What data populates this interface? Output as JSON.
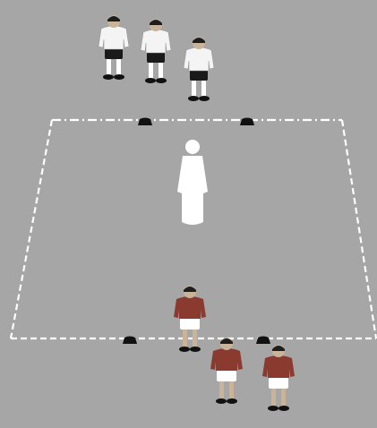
{
  "colors": {
    "pitch": "#a6a6a6",
    "boundary_line": "#ffffff",
    "white_kit_shirt": "#f4f4f4",
    "white_kit_shorts": "#1a1a1a",
    "red_kit_shirt": "#8a3a2e",
    "red_kit_shorts": "#ffffff",
    "skin": "#c9b49a",
    "hair": "#1e1e1e",
    "mannequin": "#ffffff",
    "cone": "#111111"
  },
  "icons": {
    "mannequin": "mannequin-icon",
    "cone": "cone-marker-icon",
    "player": "player-figure-icon"
  },
  "teams": {
    "white": {
      "player_count": 3
    },
    "red": {
      "player_count": 3
    }
  },
  "cone_count": 4,
  "mannequin_count": 1
}
